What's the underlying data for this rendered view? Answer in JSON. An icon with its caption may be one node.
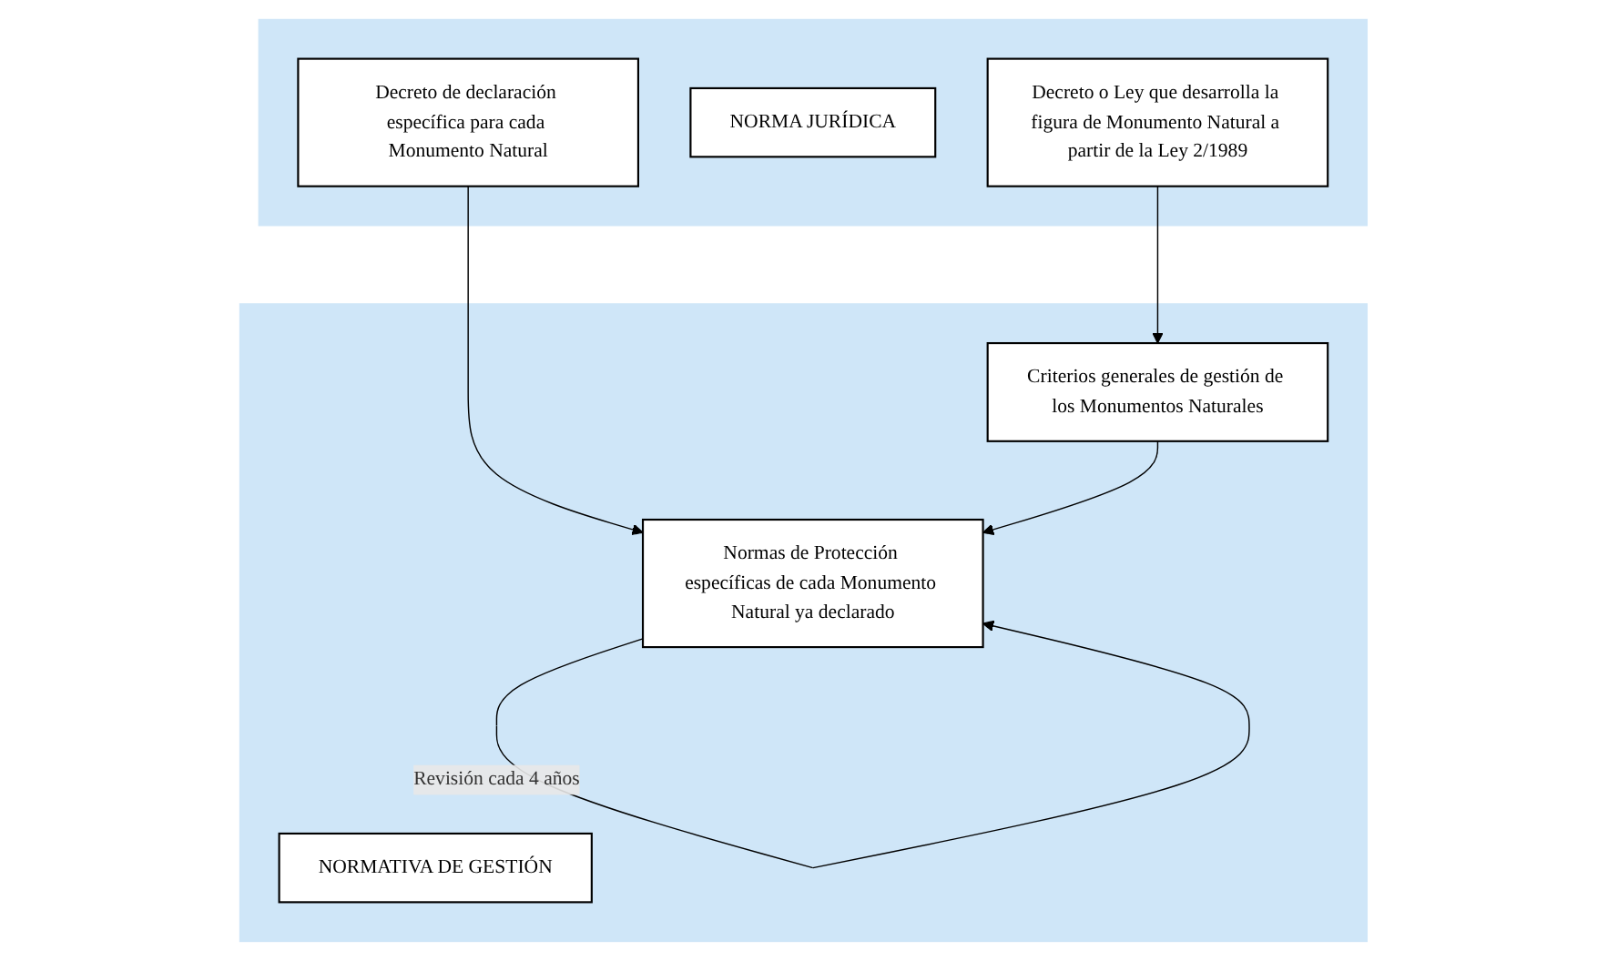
{
  "diagram": {
    "nodes": [
      {
        "text": [],
        "shape": "band"
      },
      {
        "text": [
          "Decreto o Ley que desarrolla la figura de Monumento Natural a partir de la Ley 2/1989"
        ],
        "in": 0
      },
      {
        "text": [
          "NORMA JURÍDICA"
        ],
        "in": 0
      },
      {
        "text": [
          "Decreto de declaración específica para cada Monumento Natural"
        ],
        "in": 0
      },
      {
        "text": [],
        "shape": "band"
      },
      {
        "text": [
          "Criterios generales de gestión de los Monumentos Naturales"
        ],
        "in": 4
      },
      {
        "text": [
          "Normas de Protección específicas de cada Monumento Natural ya declarado"
        ],
        "in": 4
      },
      {
        "text": [
          "NORMATIVA DE GESTIÓN"
        ],
        "in": 4
      }
    ],
    "edges": [
      {
        "from": 1,
        "to": 5,
        "arrow": "to"
      },
      {
        "from": 3,
        "to": 6,
        "arrow": "to"
      },
      {
        "from": 5,
        "to": 6,
        "arrow": "to"
      },
      {
        "from": 6,
        "to": 6,
        "arrow": "to",
        "label": "Revisión cada 4 años"
      }
    ]
  }
}
